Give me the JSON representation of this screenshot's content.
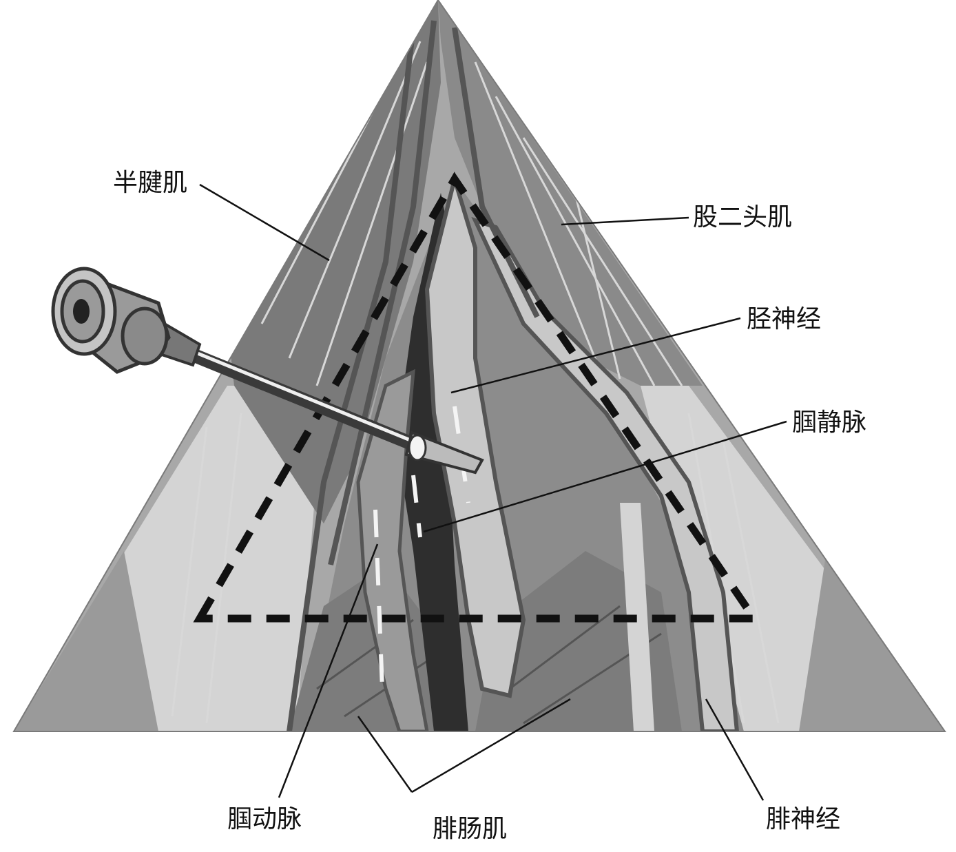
{
  "diagram": {
    "labels": {
      "semitendinosus": "半腱肌",
      "biceps_femoris": "股二头肌",
      "tibial_nerve": "胫神经",
      "popliteal_vein": "腘静脉",
      "popliteal_artery": "腘动脉",
      "gastrocnemius": "腓肠肌",
      "peroneal_nerve": "腓神经"
    },
    "colors": {
      "muscle_dark": "#6e6e6e",
      "muscle_mid": "#8e8e8e",
      "muscle_light": "#b4b4b4",
      "skin_light": "#d2d2d2",
      "nerve": "#c8c8c8",
      "artery": "#9a9a9a",
      "vein": "#2e2e2e",
      "outline": "#555555",
      "dashed_boundary": "#111111",
      "leader": "#111111"
    },
    "icons": [
      "ultrasound-probe-icon",
      "needle-icon"
    ]
  }
}
